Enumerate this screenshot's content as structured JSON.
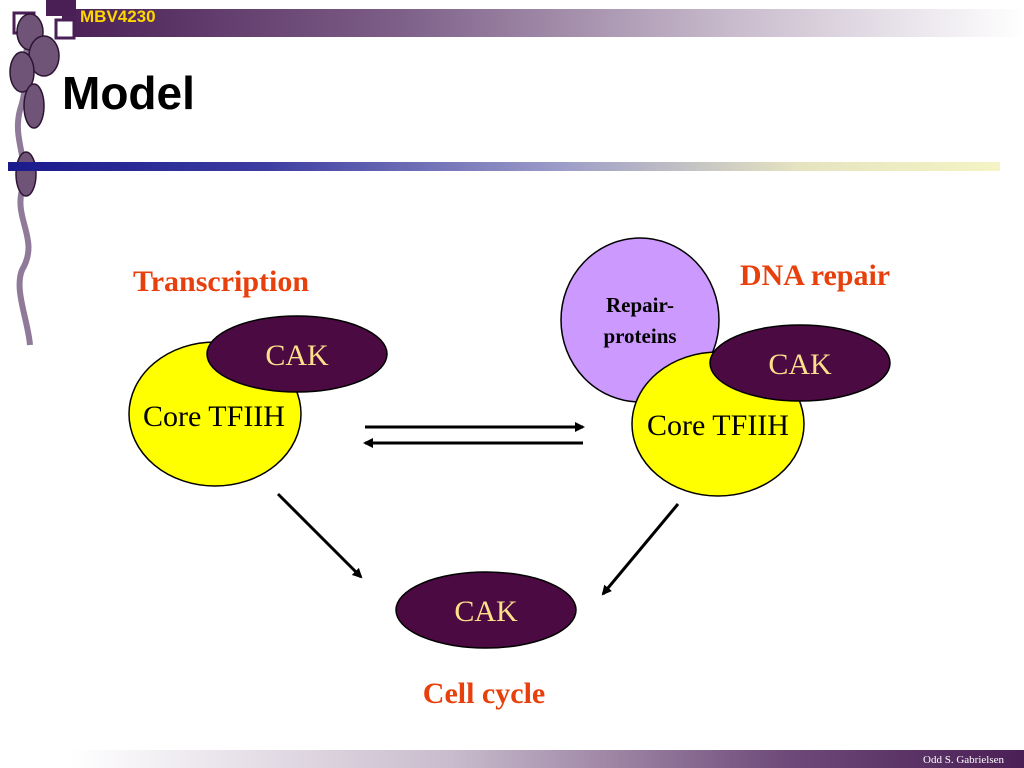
{
  "header": {
    "course_code": "MBV4230"
  },
  "title": "Model",
  "diagram": {
    "transcription_label": "Transcription",
    "dna_repair_label": "DNA repair",
    "cell_cycle_label": "Cell cycle",
    "left_core_label": "Core TFIIH",
    "left_cak_label": "CAK",
    "right_core_label": "Core TFIIH",
    "right_cak_label": "CAK",
    "repair_proteins_line1": "Repair-",
    "repair_proteins_line2": "proteins",
    "center_cak_label": "CAK"
  },
  "footer": {
    "author": "Odd S. Gabrielsen"
  },
  "colors": {
    "label_red": "#e8400c",
    "core_yellow": "#ffff00",
    "cak_purple": "#4b0a42",
    "cak_text": "#ffe08a",
    "repair_lilac": "#cc99ff"
  }
}
